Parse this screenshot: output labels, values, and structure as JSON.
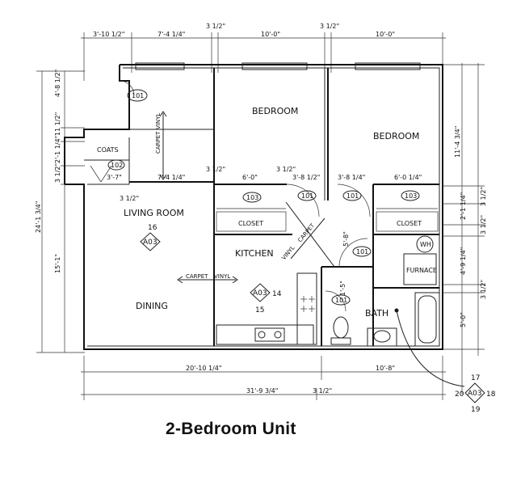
{
  "title": "2-Bedroom Unit",
  "dims_top": [
    "3'-10 1/2\"",
    "7'-4 1/4\"",
    "3 1/2\"",
    "10'-0\"",
    "3 1/2\"",
    "10'-0\""
  ],
  "dims_interior": [
    "3'-7\"",
    "7'-4 1/4\"",
    "3 1/2\"",
    "6'-0\"",
    "3 1/2\"",
    "3'-8 1/2\"",
    "3'-8 1/4\"",
    "6'-0 1/4\"",
    "3 1/2\""
  ],
  "dims_left": [
    "4'-8 1/2\"",
    "11 1/2\"",
    "2'-1 1/4\"",
    "3 1/2\"",
    "24'-1 3/4\"",
    "15'-1\""
  ],
  "dims_right": [
    "11'-4 3/4\"",
    "3 1/2\"",
    "2'-1 1/4\"",
    "3 1/2\"",
    "4'-9 1/4\"",
    "3 1/2\"",
    "5'-0\"",
    "5'-8\"",
    "1'-5\""
  ],
  "dims_bottom": [
    "20'-10 1/4\"",
    "10'-8\"",
    "31'-9 3/4\"",
    "3 1/2\""
  ],
  "rooms": {
    "bedroom1": "BEDROOM",
    "bedroom2": "BEDROOM",
    "living": "LIVING ROOM",
    "dining": "DINING",
    "kitchen": "KITCHEN",
    "bath": "BATH",
    "closet1": "CLOSET",
    "closet2": "CLOSET",
    "coats": "COATS",
    "furnace": "FURNACE",
    "wh": "WH"
  },
  "door_tags": [
    "101",
    "102",
    "103",
    "101",
    "101",
    "103",
    "101",
    "101"
  ],
  "materials": [
    "CARPET",
    "VINYL",
    "CARPET",
    "VINYL",
    "VINYL",
    "CARPET"
  ],
  "section_refs": {
    "living": {
      "code": "A03",
      "top": "16"
    },
    "kitchen": {
      "code": "A03",
      "right": "14",
      "bottom": "15"
    },
    "bath": {
      "code": "A03",
      "top": "17",
      "left": "20",
      "right": "18",
      "bottom": "19"
    }
  }
}
